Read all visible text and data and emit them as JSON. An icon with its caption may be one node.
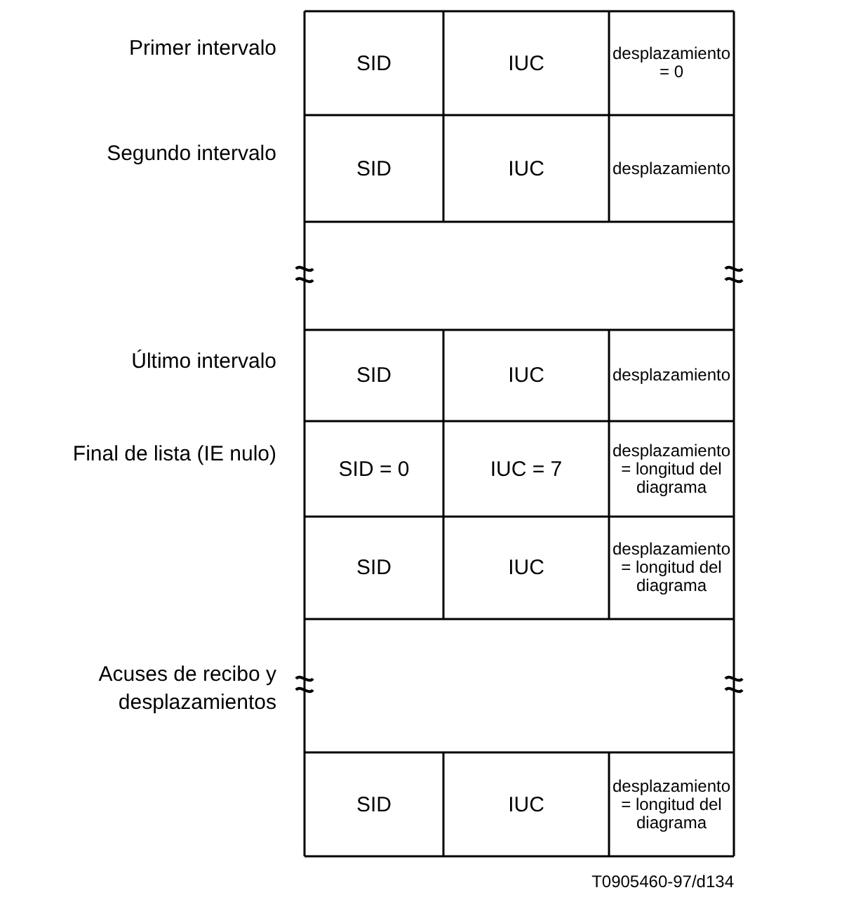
{
  "diagram": {
    "labels": [
      "Primer intervalo",
      "SID",
      "IUC",
      "desplazamiento = 0",
      "Segundo intervalo",
      "SID",
      "IUC",
      "desplazamiento",
      "Último intervalo",
      "SID",
      "IUC",
      "desplazamiento",
      "Final de lista (IE nulo)",
      "SID = 0",
      "IUC = 7",
      "desplazamiento = longitud del diagrama",
      "SID",
      "IUC",
      "desplazamiento = longitud del diagrama",
      "Acuses de recibo y desplazamientos",
      "SID",
      "IUC",
      "desplazamiento = longitud del diagrama",
      "T0905460-97/d134"
    ]
  }
}
